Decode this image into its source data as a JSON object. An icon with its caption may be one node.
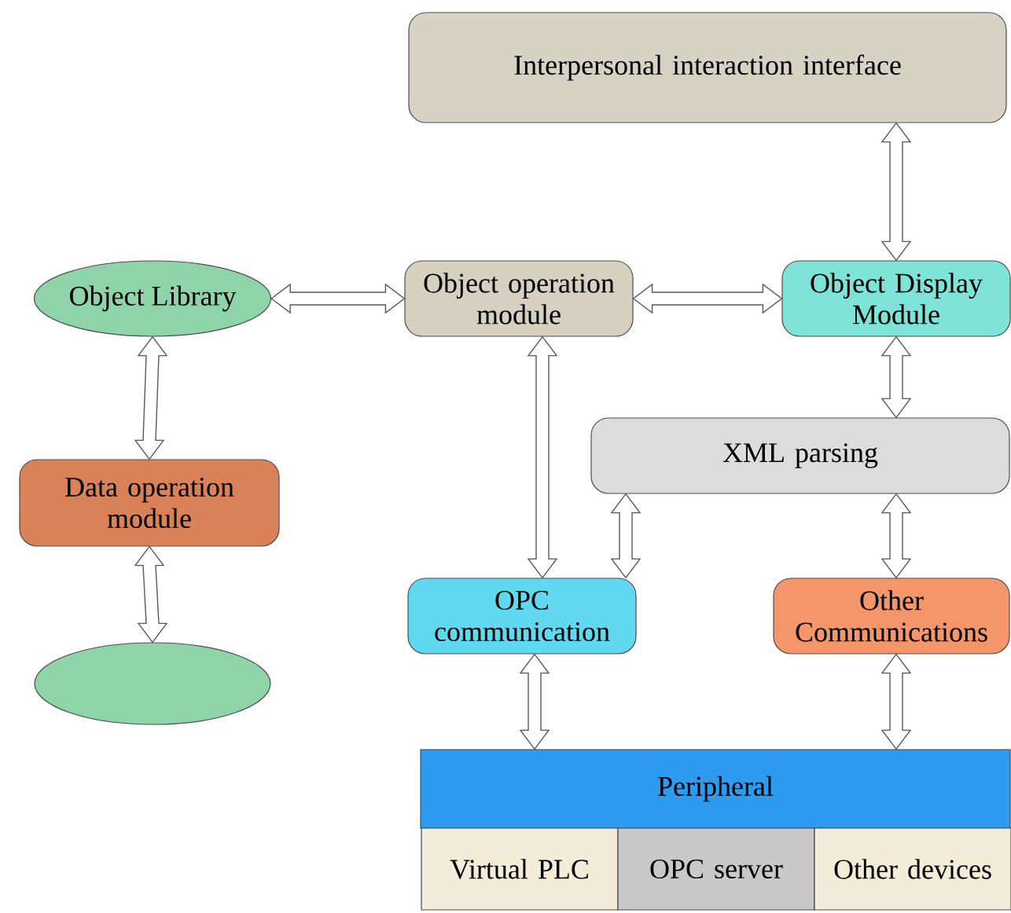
{
  "diagram": {
    "nodes": [
      {
        "text": [
          "Interpersonal interaction interface"
        ]
      },
      {
        "text": [
          "Object Library"
        ]
      },
      {
        "text": [
          "Object operation module"
        ]
      },
      {
        "text": [
          "Object Display Module"
        ]
      },
      {
        "text": [
          "Data operation module"
        ]
      },
      {
        "text": [
          "XML parsing"
        ]
      },
      {
        "text": [
          "OPC communication"
        ]
      },
      {
        "text": [
          "Other Communications"
        ]
      },
      {
        "text": [],
        "shape": "ellipse"
      },
      {
        "text": [
          "Peripheral"
        ]
      },
      {
        "text": [
          "Virtual PLC"
        ]
      },
      {
        "text": [
          "OPC server"
        ]
      },
      {
        "text": [
          "Other devices"
        ]
      }
    ],
    "edges": [
      {
        "from": 0,
        "to": 3,
        "arrow": "both"
      },
      {
        "from": 1,
        "to": 2,
        "arrow": "both"
      },
      {
        "from": 2,
        "to": 3,
        "arrow": "both"
      },
      {
        "from": 1,
        "to": 4,
        "arrow": "both"
      },
      {
        "from": 4,
        "to": 8,
        "arrow": "both"
      },
      {
        "from": 2,
        "to": 6,
        "arrow": "both"
      },
      {
        "from": 3,
        "to": 5,
        "arrow": "both"
      },
      {
        "from": 5,
        "to": 6,
        "arrow": "both"
      },
      {
        "from": 5,
        "to": 7,
        "arrow": "both"
      },
      {
        "from": 6,
        "to": 9,
        "arrow": "both"
      },
      {
        "from": 7,
        "to": 9,
        "arrow": "both"
      }
    ]
  }
}
